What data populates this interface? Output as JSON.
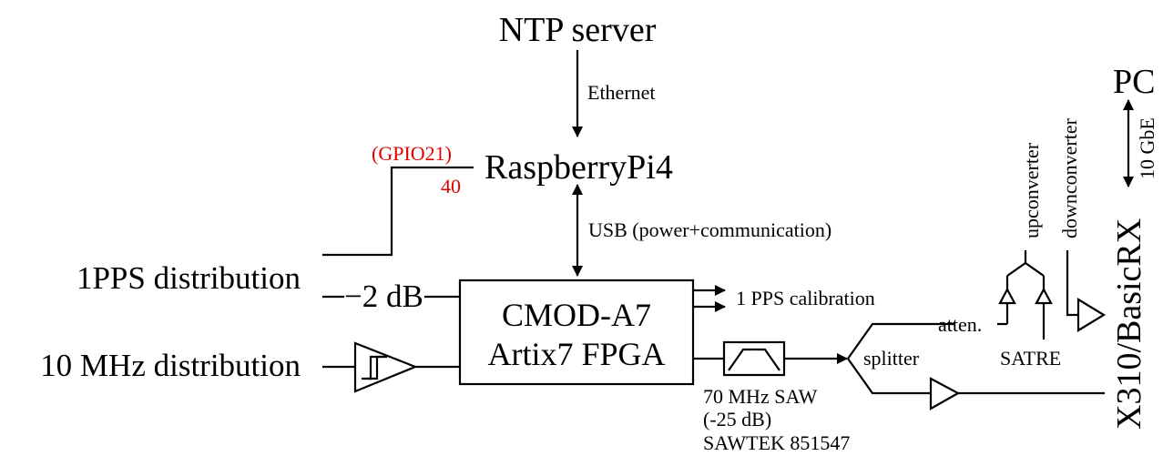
{
  "labels": {
    "ntp_server": "NTP server",
    "ethernet": "Ethernet",
    "raspberry_pi": "RaspberryPi4",
    "gpio_name": "(GPIO21)",
    "gpio_pin": "40",
    "usb": "USB (power+communication)",
    "pps_distribution": "1PPS distribution",
    "attenuation": "−2 dB",
    "mhz_distribution": "10 MHz distribution",
    "fpga_line1": "CMOD-A7",
    "fpga_line2": "Artix7 FPGA",
    "pps_calibration": "1 PPS calibration",
    "saw_line1": "70 MHz SAW",
    "saw_line2": "(-25 dB)",
    "saw_line3": "SAWTEK 851547",
    "splitter": "splitter",
    "atten": "atten.",
    "satre": "SATRE",
    "upconverter": "upconverter",
    "downconverter": "downconverter",
    "pc": "PC",
    "gbe": "10 GbE",
    "sdr": "X310/BasicRX"
  },
  "colors": {
    "pin_label": "#e00000",
    "lines": "#000000"
  }
}
